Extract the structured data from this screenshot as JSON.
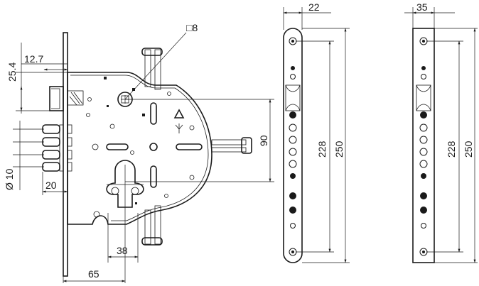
{
  "dimensions": {
    "square_size": "□8",
    "backset_top": "12.7",
    "height_top": "25.4",
    "bolt_diameter": "Ø 10",
    "bolt_length": "20",
    "spindle_to_cylinder": "90",
    "cylinder_width": "38",
    "backset": "65",
    "faceplate_a_width": "22",
    "faceplate_a_inner": "228",
    "faceplate_a_outer": "250",
    "faceplate_b_width": "35",
    "faceplate_b_inner": "228",
    "faceplate_b_outer": "250"
  }
}
